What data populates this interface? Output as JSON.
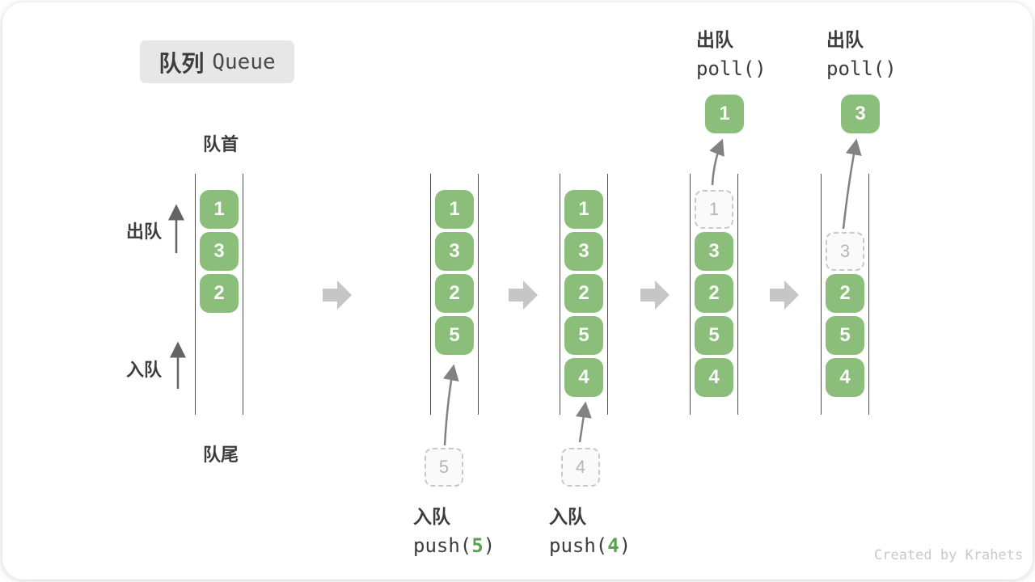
{
  "badge": {
    "title_zh": "队列",
    "title_en": "Queue"
  },
  "labels": {
    "front": "队首",
    "rear": "队尾",
    "dequeue_side": "出队",
    "enqueue_side": "入队",
    "watermark": "Created by Krahets"
  },
  "ops": {
    "push5": {
      "name_zh": "入队",
      "fn": "push(",
      "arg": "5",
      "close": ")"
    },
    "push4": {
      "name_zh": "入队",
      "fn": "push(",
      "arg": "4",
      "close": ")"
    },
    "poll1": {
      "name_zh": "出队",
      "code": "poll()"
    },
    "poll2": {
      "name_zh": "出队",
      "code": "poll()"
    }
  },
  "states": {
    "q1": {
      "cells": [
        "1",
        "3",
        "2"
      ]
    },
    "q2": {
      "cells": [
        "1",
        "3",
        "2",
        "5"
      ],
      "incoming": "5"
    },
    "q3": {
      "cells": [
        "1",
        "3",
        "2",
        "5",
        "4"
      ],
      "incoming": "4"
    },
    "q4": {
      "cells": [
        "3",
        "2",
        "5",
        "4"
      ],
      "removed": "1",
      "polled": "1"
    },
    "q5": {
      "cells": [
        "2",
        "5",
        "4"
      ],
      "removed": "3",
      "polled": "3"
    }
  },
  "colors": {
    "box-green": "#8abe7a",
    "box-text": "#fafafa",
    "ghost-fill": "#fafafa",
    "ghost-border": "#c9c9c9",
    "ghost-text": "#b5b5b5",
    "ink": "#3c3c3c",
    "accent-green": "#5ba354",
    "arrow-gray": "#828282",
    "block-arrow": "#c6c6c6",
    "wall": "#4f4f4f",
    "badge-bg": "#e7e7e7",
    "watermark": "#c9c9c9"
  }
}
